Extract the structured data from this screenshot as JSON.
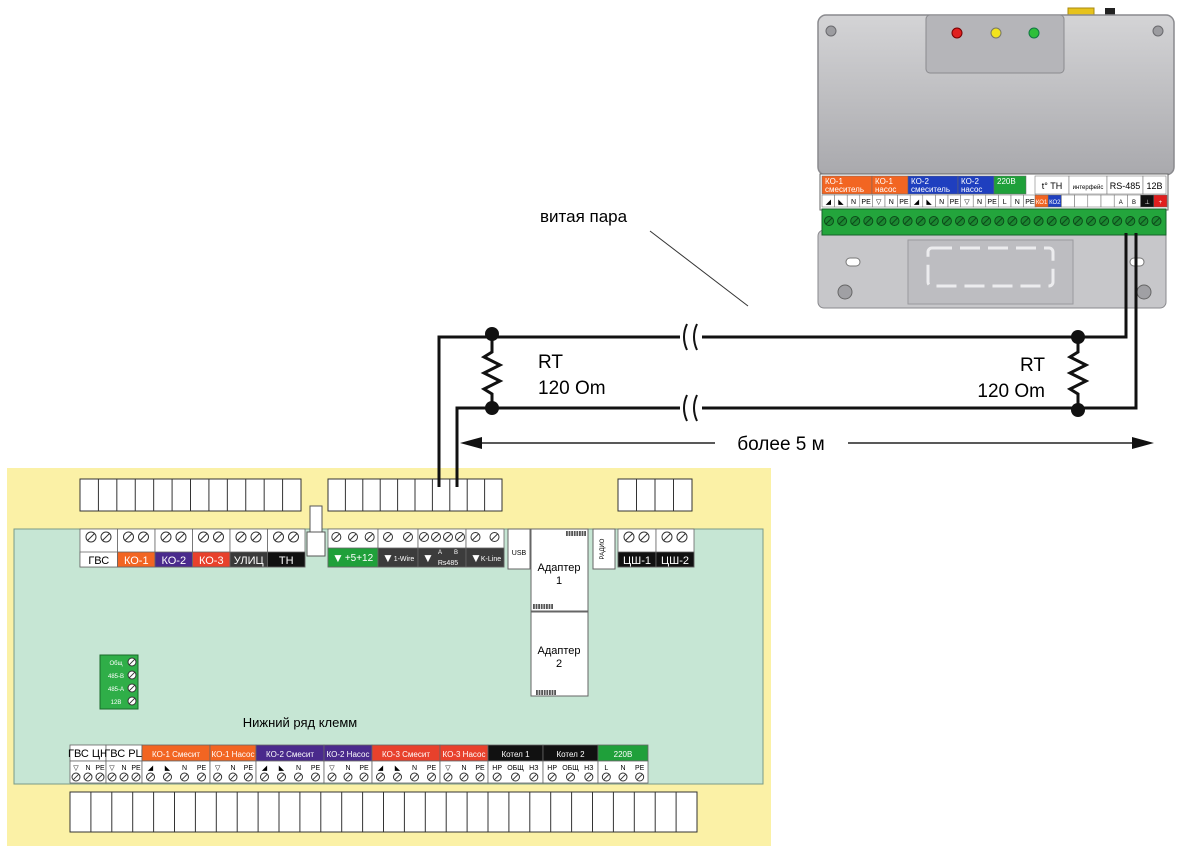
{
  "wiring": {
    "twisted_pair": "витая пара",
    "resistor_name": "RT",
    "resistor_value": "120 Om",
    "distance": "более 5 м"
  },
  "module": {
    "leds": [
      "red",
      "yellow",
      "green"
    ],
    "groups": [
      {
        "line1": "КО-1",
        "line2": "смеситель",
        "color": "#f26522"
      },
      {
        "line1": "КО-1",
        "line2": "насос",
        "color": "#f26522"
      },
      {
        "line1": "КО-2",
        "line2": "смеситель",
        "color": "#1f3fbf"
      },
      {
        "line1": "КО-2",
        "line2": "насос",
        "color": "#1f3fbf"
      },
      {
        "line1": "220В",
        "line2": "",
        "color": "#1fa03a"
      }
    ],
    "right_groups": [
      "t° ТН",
      "интерфейс",
      "RS-485",
      "12В"
    ],
    "pins": [
      "◢",
      "◣",
      "N",
      "PE",
      "▽",
      "N",
      "PE",
      "◢",
      "◣",
      "N",
      "PE",
      "▽",
      "N",
      "PE",
      "L",
      "N",
      "PE"
    ],
    "right_pins": [
      "КО1",
      "КО2",
      "",
      "",
      "",
      "",
      "A",
      "B",
      "⊥",
      "+"
    ]
  },
  "controller": {
    "upper_labels": [
      {
        "text": "ГВС",
        "bg": "#ffffff",
        "fg": "#000000"
      },
      {
        "text": "КО-1",
        "bg": "#f26522",
        "fg": "#ffffff"
      },
      {
        "text": "КО-2",
        "bg": "#4a2a8c",
        "fg": "#ffffff"
      },
      {
        "text": "КО-3",
        "bg": "#e8412c",
        "fg": "#ffffff"
      },
      {
        "text": "УЛИЦ",
        "bg": "#3a3a3a",
        "fg": "#ffffff"
      },
      {
        "text": "ТН",
        "bg": "#111111",
        "fg": "#ffffff"
      }
    ],
    "power_label": "+5+12",
    "onewire_label": "1-Wire",
    "rs485_label": "Rs485",
    "rs485_a": "A",
    "rs485_b": "B",
    "kline_label": "K-Line",
    "usb_label": "USB",
    "adapter1": "Адаптер 1",
    "adapter2": "Адаптер 2",
    "radio_label": "РАДИО",
    "cs_labels": [
      "ЦШ-1",
      "ЦШ-2"
    ],
    "green_block": [
      "Общ",
      "485-B",
      "485-A",
      "12В"
    ],
    "bottom_caption": "Нижний ряд клемм",
    "lower_groups": [
      {
        "text": "ГВС ЦН",
        "bg": "#ffffff",
        "fg": "#000000"
      },
      {
        "text": "ГВС РЦ",
        "bg": "#ffffff",
        "fg": "#000000"
      },
      {
        "text": "КО-1 Смесит",
        "bg": "#f26522",
        "fg": "#ffffff"
      },
      {
        "text": "КО-1 Насос",
        "bg": "#f26522",
        "fg": "#ffffff"
      },
      {
        "text": "КО-2 Смесит",
        "bg": "#4a2a8c",
        "fg": "#ffffff"
      },
      {
        "text": "КО-2 Насос",
        "bg": "#4a2a8c",
        "fg": "#ffffff"
      },
      {
        "text": "КО-3 Смесит",
        "bg": "#e8412c",
        "fg": "#ffffff"
      },
      {
        "text": "КО-3 Насос",
        "bg": "#e8412c",
        "fg": "#ffffff"
      },
      {
        "text": "Котел 1",
        "bg": "#111111",
        "fg": "#ffffff"
      },
      {
        "text": "Котел 2",
        "bg": "#111111",
        "fg": "#ffffff"
      },
      {
        "text": "220В",
        "bg": "#1fa03a",
        "fg": "#ffffff"
      }
    ],
    "lower_pins": [
      [
        "▽",
        "N",
        "PE"
      ],
      [
        "▽",
        "N",
        "PE"
      ],
      [
        "◢",
        "◣",
        "N",
        "PE"
      ],
      [
        "▽",
        "N",
        "PE"
      ],
      [
        "◢",
        "◣",
        "N",
        "PE"
      ],
      [
        "▽",
        "N",
        "PE"
      ],
      [
        "◢",
        "◣",
        "N",
        "PE"
      ],
      [
        "▽",
        "N",
        "PE"
      ],
      [
        "НР",
        "ОБЩ",
        "НЗ"
      ],
      [
        "НР",
        "ОБЩ",
        "НЗ"
      ],
      [
        "L",
        "N",
        "PE"
      ]
    ]
  }
}
